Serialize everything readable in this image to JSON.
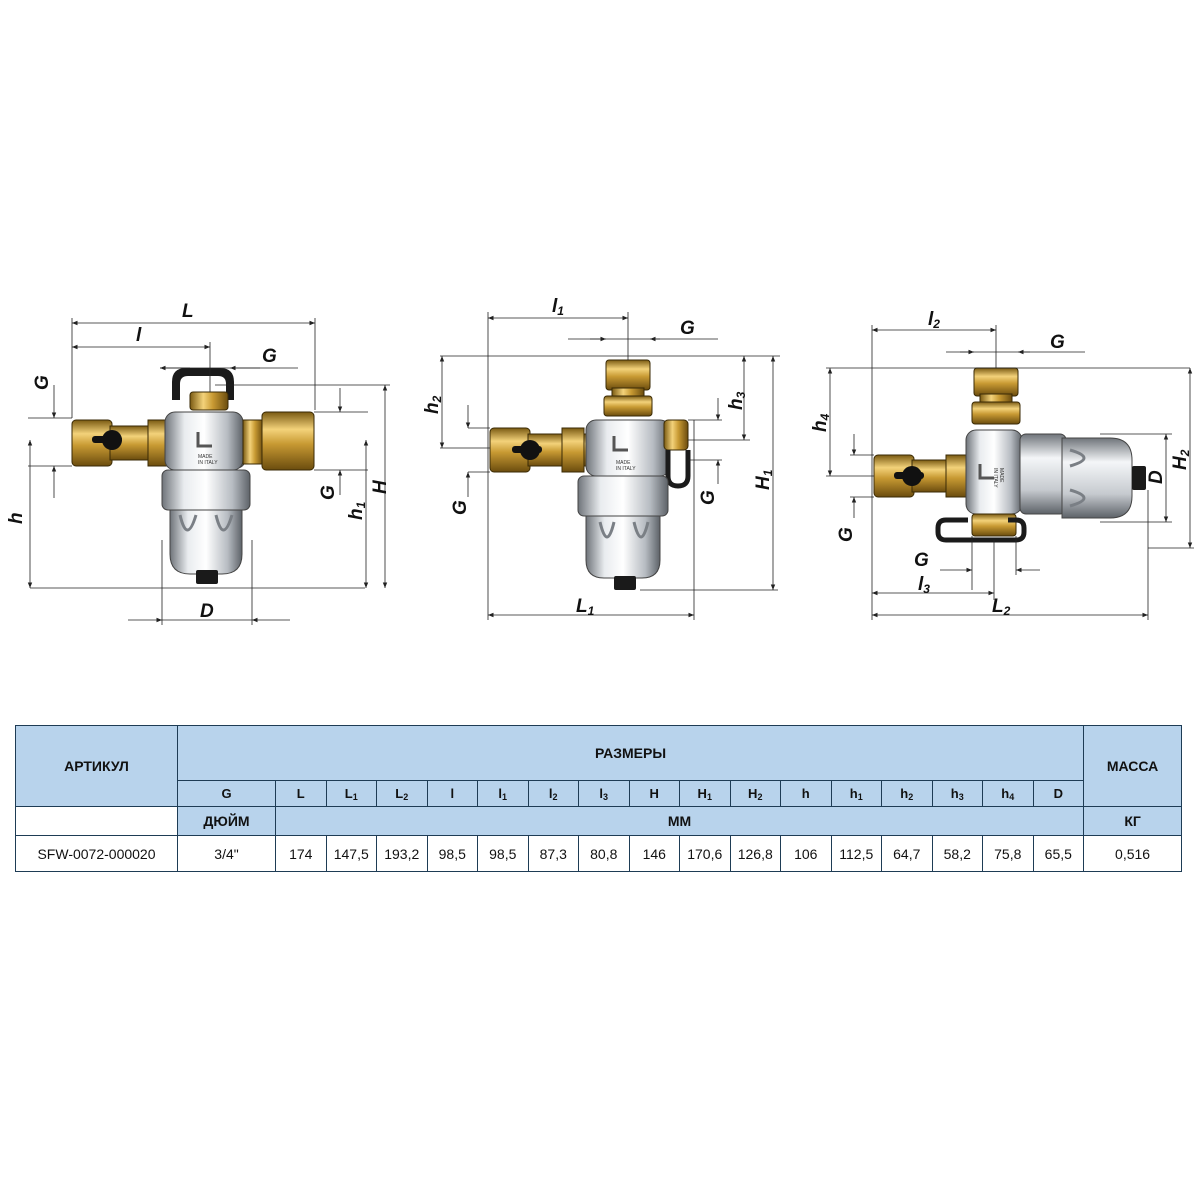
{
  "diagram_labels": {
    "d1": {
      "L": "L",
      "l": "l",
      "G_top": "G",
      "G_left": "G",
      "G_right": "G",
      "h": "h",
      "h1": "h",
      "h1_sub": "1",
      "H": "H",
      "D": "D"
    },
    "d2": {
      "l1": "l",
      "l1_sub": "1",
      "G_top": "G",
      "h2": "h",
      "h2_sub": "2",
      "h3": "h",
      "h3_sub": "3",
      "G_left": "G",
      "G_right": "G",
      "H1": "H",
      "H1_sub": "1",
      "L1": "L",
      "L1_sub": "1"
    },
    "d3": {
      "l2": "l",
      "l2_sub": "2",
      "G_top": "G",
      "h4": "h",
      "h4_sub": "4",
      "D": "D",
      "H2": "H",
      "H2_sub": "2",
      "G_left": "G",
      "G_bottom": "G",
      "l3": "l",
      "l3_sub": "3",
      "L2": "L",
      "L2_sub": "2"
    },
    "made_in_italy_1": "MADE",
    "made_in_italy_2": "IN ITALY"
  },
  "table": {
    "artikul_header": "АРТИКУЛ",
    "sizes_header": "РАЗМЕРЫ",
    "mass_header": "МАССА",
    "columns": [
      {
        "main": "G",
        "sub": ""
      },
      {
        "main": "L",
        "sub": ""
      },
      {
        "main": "L",
        "sub": "1"
      },
      {
        "main": "L",
        "sub": "2"
      },
      {
        "main": "l",
        "sub": ""
      },
      {
        "main": "l",
        "sub": "1"
      },
      {
        "main": "l",
        "sub": "2"
      },
      {
        "main": "l",
        "sub": "3"
      },
      {
        "main": "H",
        "sub": ""
      },
      {
        "main": "H",
        "sub": "1"
      },
      {
        "main": "H",
        "sub": "2"
      },
      {
        "main": "h",
        "sub": ""
      },
      {
        "main": "h",
        "sub": "1"
      },
      {
        "main": "h",
        "sub": "2"
      },
      {
        "main": "h",
        "sub": "3"
      },
      {
        "main": "h",
        "sub": "4"
      },
      {
        "main": "D",
        "sub": ""
      }
    ],
    "unit_inch": "ДЮЙМ",
    "unit_mm": "ММ",
    "unit_kg": "КГ",
    "rows": [
      {
        "artikul": "SFW-0072-000020",
        "values": [
          "3/4\"",
          "174",
          "147,5",
          "193,2",
          "98,5",
          "98,5",
          "87,3",
          "80,8",
          "146",
          "170,6",
          "126,8",
          "106",
          "112,5",
          "64,7",
          "58,2",
          "75,8",
          "65,5"
        ],
        "mass": "0,516"
      }
    ]
  }
}
